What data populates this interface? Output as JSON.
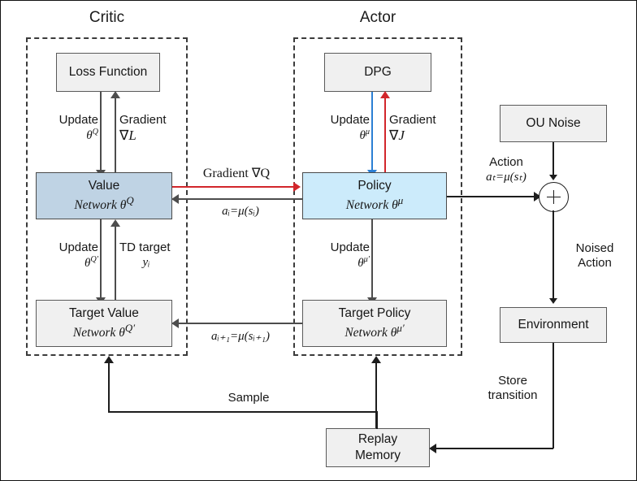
{
  "diagram": {
    "title_critic": "Critic",
    "title_actor": "Actor"
  },
  "nodes": {
    "loss_function": "Loss Function",
    "dpg": "DPG",
    "ou_noise": "OU Noise",
    "value_network_l1": "Value",
    "value_network_l2": "Network θ",
    "value_network_sup": "Q",
    "policy_network_l1": "Policy",
    "policy_network_l2": "Network θ",
    "policy_network_sup": "μ",
    "target_value_l1": "Target Value",
    "target_value_l2": "Network θ",
    "target_value_sup": "Q′",
    "target_policy_l1": "Target Policy",
    "target_policy_l2": "Network θ",
    "target_policy_sup": "μ′",
    "environment": "Environment",
    "replay_memory_l1": "Replay",
    "replay_memory_l2": "Memory",
    "sum_symbol": "+"
  },
  "edges": {
    "critic_update_l1": "Update",
    "critic_update_theta": "θ",
    "critic_update_sup": "Q",
    "critic_gradient_l1": "Gradient",
    "critic_gradient_sym": "∇L",
    "actor_update_l1": "Update",
    "actor_update_theta": "θ",
    "actor_update_sup": "μ",
    "actor_gradient_l1": "Gradient",
    "actor_gradient_sym": "∇J",
    "gradient_q": "Gradient ∇Q",
    "a_i_mu_si": "aᵢ=μ(sᵢ)",
    "critic_target_update_l1": "Update",
    "critic_target_update_theta": "θ",
    "critic_target_update_sup": "Q′",
    "td_target_l1": "TD target",
    "td_target_sym": "yᵢ",
    "actor_target_update_l1": "Update",
    "actor_target_update_theta": "θ",
    "actor_target_update_sup": "μ′",
    "a_i1_mu_si1": "aᵢ₊₁=μ(sᵢ₊₁)",
    "action_l1": "Action",
    "action_l2": "aₜ=μ(sₜ)",
    "noised_action_l1": "Noised",
    "noised_action_l2": "Action",
    "store_transition_l1": "Store",
    "store_transition_l2": "transition",
    "sample": "Sample"
  },
  "colors": {
    "value_network_fill": "#bfd3e4",
    "policy_network_fill": "#ccebfb",
    "plain_node_fill": "#f0f0f0",
    "gradient_q_arrow": "#d2262b",
    "dpg_gradient_arrow": "#d2262b",
    "dpg_update_arrow": "#2b7fd4",
    "default_line": "#4d4d4d",
    "background": "#ffffff"
  }
}
